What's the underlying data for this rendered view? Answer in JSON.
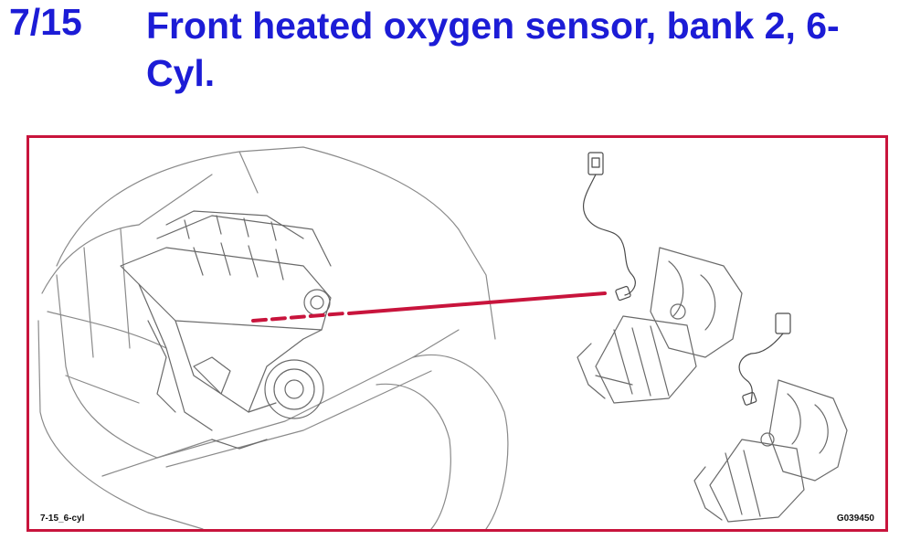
{
  "header": {
    "section_number": "7/15",
    "title": "Front heated oxygen sensor, bank 2, 6-Cyl."
  },
  "figure": {
    "label_left": "7-15_6-cyl",
    "label_right": "G039450"
  },
  "colors": {
    "title": "#1c1cd6",
    "frame": "#c8143c",
    "pointer": "#c8143c",
    "line_art": "#7a7a7a"
  },
  "icons": {
    "illustration": "engine-bay-line-drawing",
    "component": "oxygen-sensor-with-exhaust-manifold"
  }
}
